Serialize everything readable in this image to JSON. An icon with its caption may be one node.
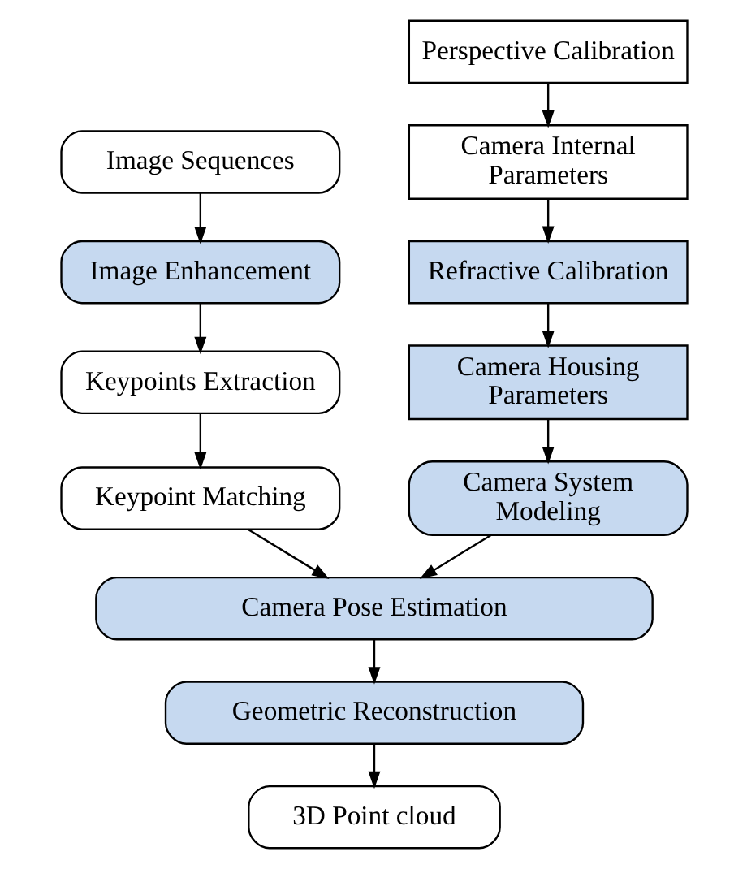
{
  "diagram": {
    "nodes": [
      {
        "text": [
          "Image Sequences"
        ]
      },
      {
        "text": [
          "Image Enhancement"
        ]
      },
      {
        "text": [
          "Keypoints Extraction"
        ]
      },
      {
        "text": [
          "Keypoint Matching"
        ]
      },
      {
        "text": [
          "Perspective Calibration"
        ]
      },
      {
        "text": [
          "Camera Internal Parameters"
        ]
      },
      {
        "text": [
          "Refractive Calibration"
        ]
      },
      {
        "text": [
          "Camera Housing Parameters"
        ]
      },
      {
        "text": [
          "Camera System Modeling"
        ]
      },
      {
        "text": [
          "Camera Pose Estimation"
        ]
      },
      {
        "text": [
          "Geometric Reconstruction"
        ]
      },
      {
        "text": [
          "3D Point cloud"
        ]
      }
    ],
    "edges": [
      {
        "from": 0,
        "to": 1,
        "arrow": "to"
      },
      {
        "from": 1,
        "to": 2,
        "arrow": "to"
      },
      {
        "from": 2,
        "to": 3,
        "arrow": "to"
      },
      {
        "from": 4,
        "to": 5,
        "arrow": "to"
      },
      {
        "from": 5,
        "to": 6,
        "arrow": "to"
      },
      {
        "from": 6,
        "to": 7,
        "arrow": "to"
      },
      {
        "from": 7,
        "to": 8,
        "arrow": "to"
      },
      {
        "from": 3,
        "to": 9,
        "arrow": "to"
      },
      {
        "from": 8,
        "to": 9,
        "arrow": "to"
      },
      {
        "from": 9,
        "to": 10,
        "arrow": "to"
      },
      {
        "from": 10,
        "to": 11,
        "arrow": "to"
      }
    ]
  }
}
